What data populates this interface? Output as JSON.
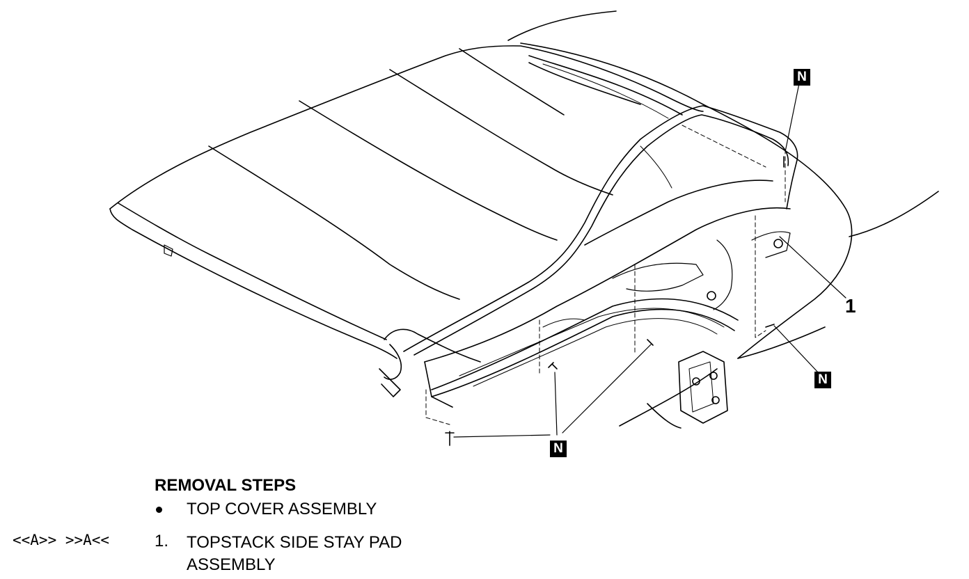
{
  "diagram": {
    "markers": {
      "nonreusable": "N",
      "callout_1": "1"
    }
  },
  "procedure": {
    "heading": "REMOVAL STEPS",
    "steps": [
      {
        "ref": "",
        "number": "",
        "marker": "bullet",
        "label": "TOP COVER ASSEMBLY"
      },
      {
        "ref": "<<A>>  >>A<<",
        "number": "1.",
        "marker": "",
        "label_line1": "TOPSTACK SIDE STAY PAD",
        "label_line2": "ASSEMBLY"
      }
    ]
  }
}
